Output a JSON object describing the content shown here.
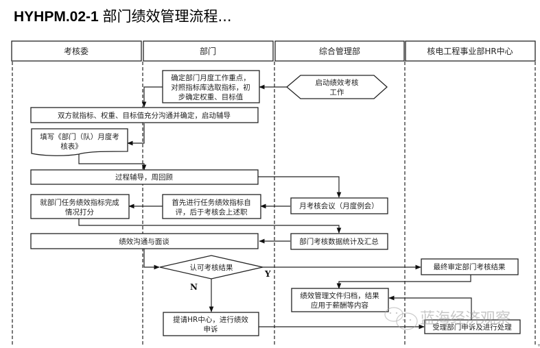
{
  "title": {
    "code": "HYHPM.02-1",
    "name": "部门绩效管理流程..."
  },
  "lanes": [
    {
      "label": "考核委"
    },
    {
      "label": "部门"
    },
    {
      "label": "综合管理部"
    },
    {
      "label": "核电工程事业部HR中心"
    }
  ],
  "nodes": {
    "start": {
      "lines": [
        "启动绩效考核",
        "工作"
      ]
    },
    "dept_plan": {
      "lines": [
        "确定部门月度工作重点，",
        "对照指标库选取指标，初",
        "步确定权重、目标值"
      ]
    },
    "agree": {
      "lines": [
        "双方就指标、权重、目标值充分沟通并确定，启动辅导"
      ]
    },
    "fill_form": {
      "lines": [
        "填写《部门（队）月度考",
        "核表》"
      ]
    },
    "coaching": {
      "lines": [
        "过程辅导，周回顾"
      ]
    },
    "monthly_meeting": {
      "lines": [
        "月考核会议（月度例会）"
      ]
    },
    "self_eval": {
      "lines": [
        "首先进行任务绩效指标自",
        "评，后于考核会上述职"
      ]
    },
    "scoring": {
      "lines": [
        "就部门任务绩效指标完成",
        "情况打分"
      ]
    },
    "stats": {
      "lines": [
        "部门考核数据统计及汇总"
      ]
    },
    "interview": {
      "lines": [
        "绩效沟通与面谈"
      ]
    },
    "decision": {
      "lines": [
        "认可考核结果"
      ]
    },
    "final_review": {
      "lines": [
        "最终审定部门考核结果"
      ]
    },
    "archive": {
      "lines": [
        "绩效管理文件归档，结果",
        "应用于薪酬等内容"
      ]
    },
    "appeal": {
      "lines": [
        "提请HR中心，进行绩效",
        "申诉"
      ]
    },
    "handle_appeal": {
      "lines": [
        "受理部门申诉及进行处理"
      ]
    }
  },
  "branch_labels": {
    "yes": "Y",
    "no": "N"
  },
  "watermark": {
    "text": "蓝海经济观察",
    "icon": "wechat-icon"
  }
}
